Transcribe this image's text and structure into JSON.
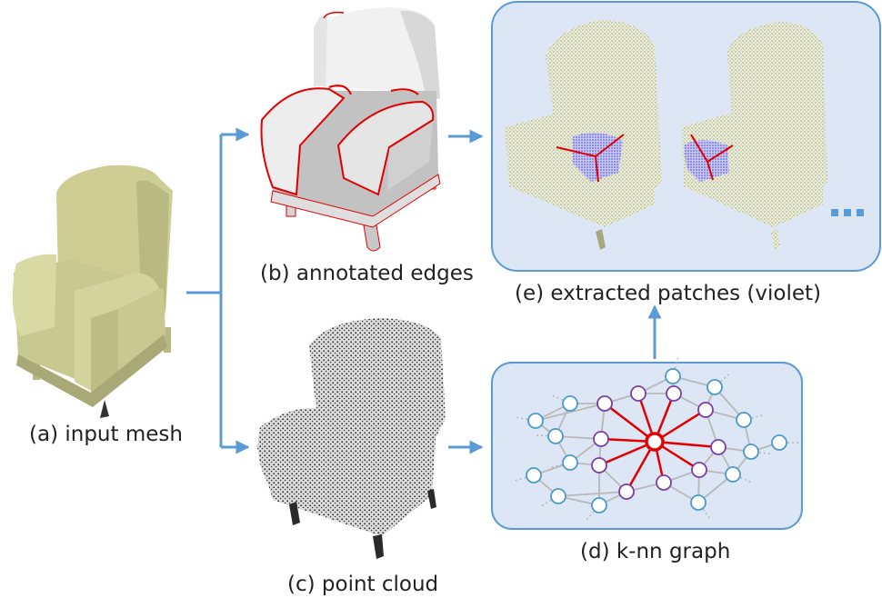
{
  "captions": {
    "input_mesh": "(a) input mesh",
    "annotated_edges": "(b) annotated edges",
    "point_cloud": "(c) point cloud",
    "knn_graph": "(d) k-nn graph",
    "extracted_patches": "(e) extracted patches (violet)"
  },
  "colors": {
    "arrow": "#5b9bd5",
    "panel_fill": "#dce6f4",
    "panel_border": "#5b9bd5",
    "mesh": "#d6d6a0",
    "edge_annotation": "#e00000",
    "patch": "#6a6ad8",
    "graph_center": "#e00000",
    "graph_neighbor": "#7b3ea5",
    "graph_other": "#4a9acb",
    "graph_edge": "#b8b8b8"
  },
  "icons": {
    "more": "ellipsis-icon"
  }
}
